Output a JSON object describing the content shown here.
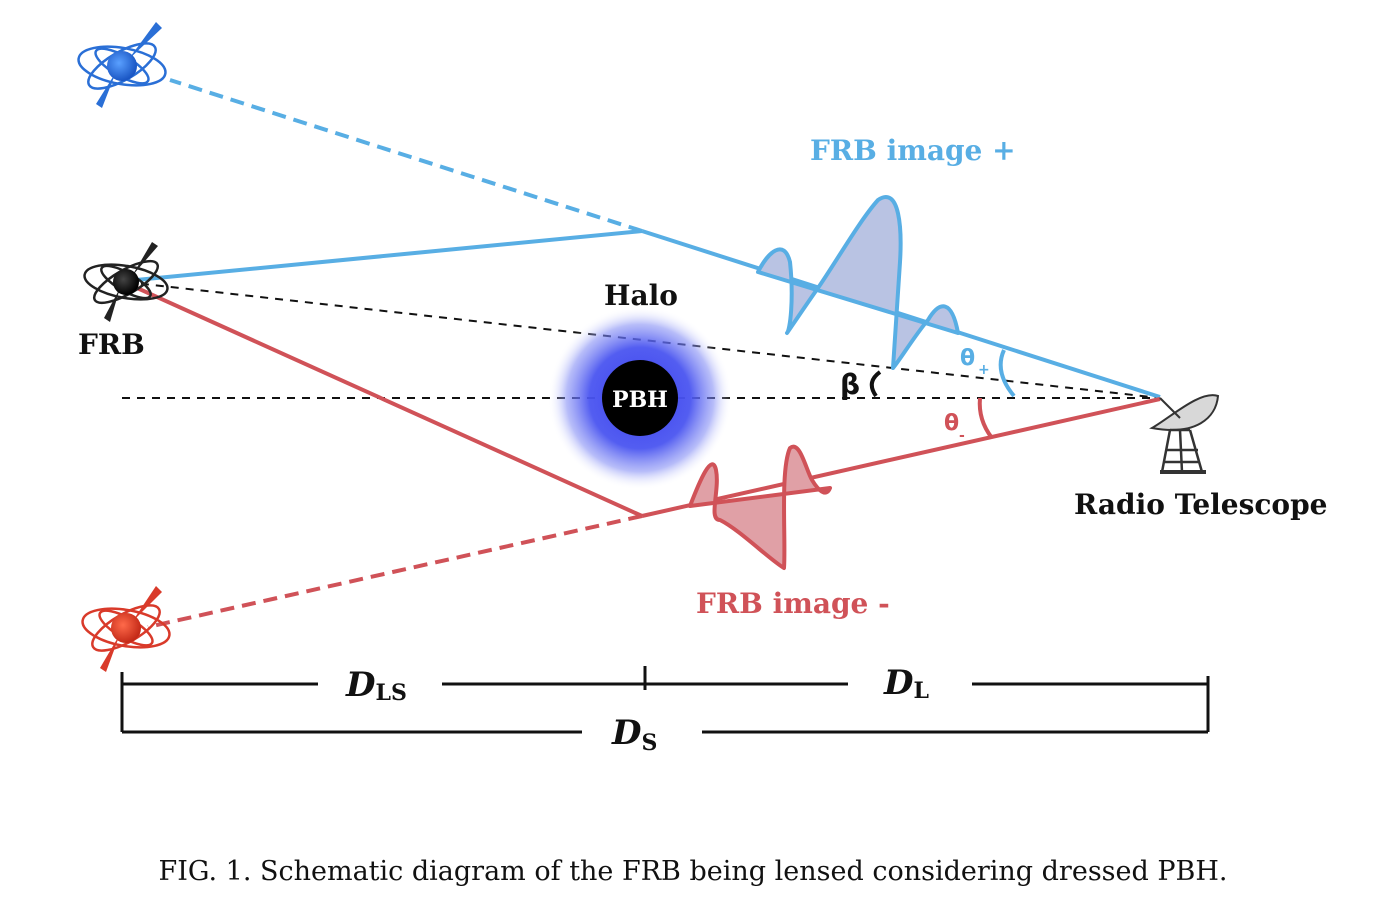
{
  "colors": {
    "plus": "#58aee4",
    "minus": "#d05258",
    "plus_fill": "#b9c3e3",
    "minus_fill": "#e0a0a6",
    "halo": "#4a55f0",
    "source_plus": "#2a6fd6",
    "source_minus": "#d93a2a",
    "ink": "#111111"
  },
  "labels": {
    "frb": "FRB",
    "halo": "Halo",
    "pbh": "PBH",
    "image_plus": "FRB image +",
    "image_minus": "FRB image -",
    "telescope": "Radio Telescope",
    "beta": "β",
    "theta_plus": "θ",
    "theta_plus_sub": "+",
    "theta_minus": "θ",
    "theta_minus_sub": "-"
  },
  "distances": {
    "dls_main": "D",
    "dls_sub": "LS",
    "dl_main": "D",
    "dl_sub": "L",
    "ds_main": "D",
    "ds_sub": "S"
  },
  "icons": {
    "source": "frb-source-icon",
    "image_plus_source": "frb-image-plus-source-icon",
    "image_minus_source": "frb-image-minus-source-icon",
    "telescope": "radio-telescope-icon"
  },
  "caption": "FIG. 1. Schematic diagram of the FRB being lensed considering dressed PBH."
}
